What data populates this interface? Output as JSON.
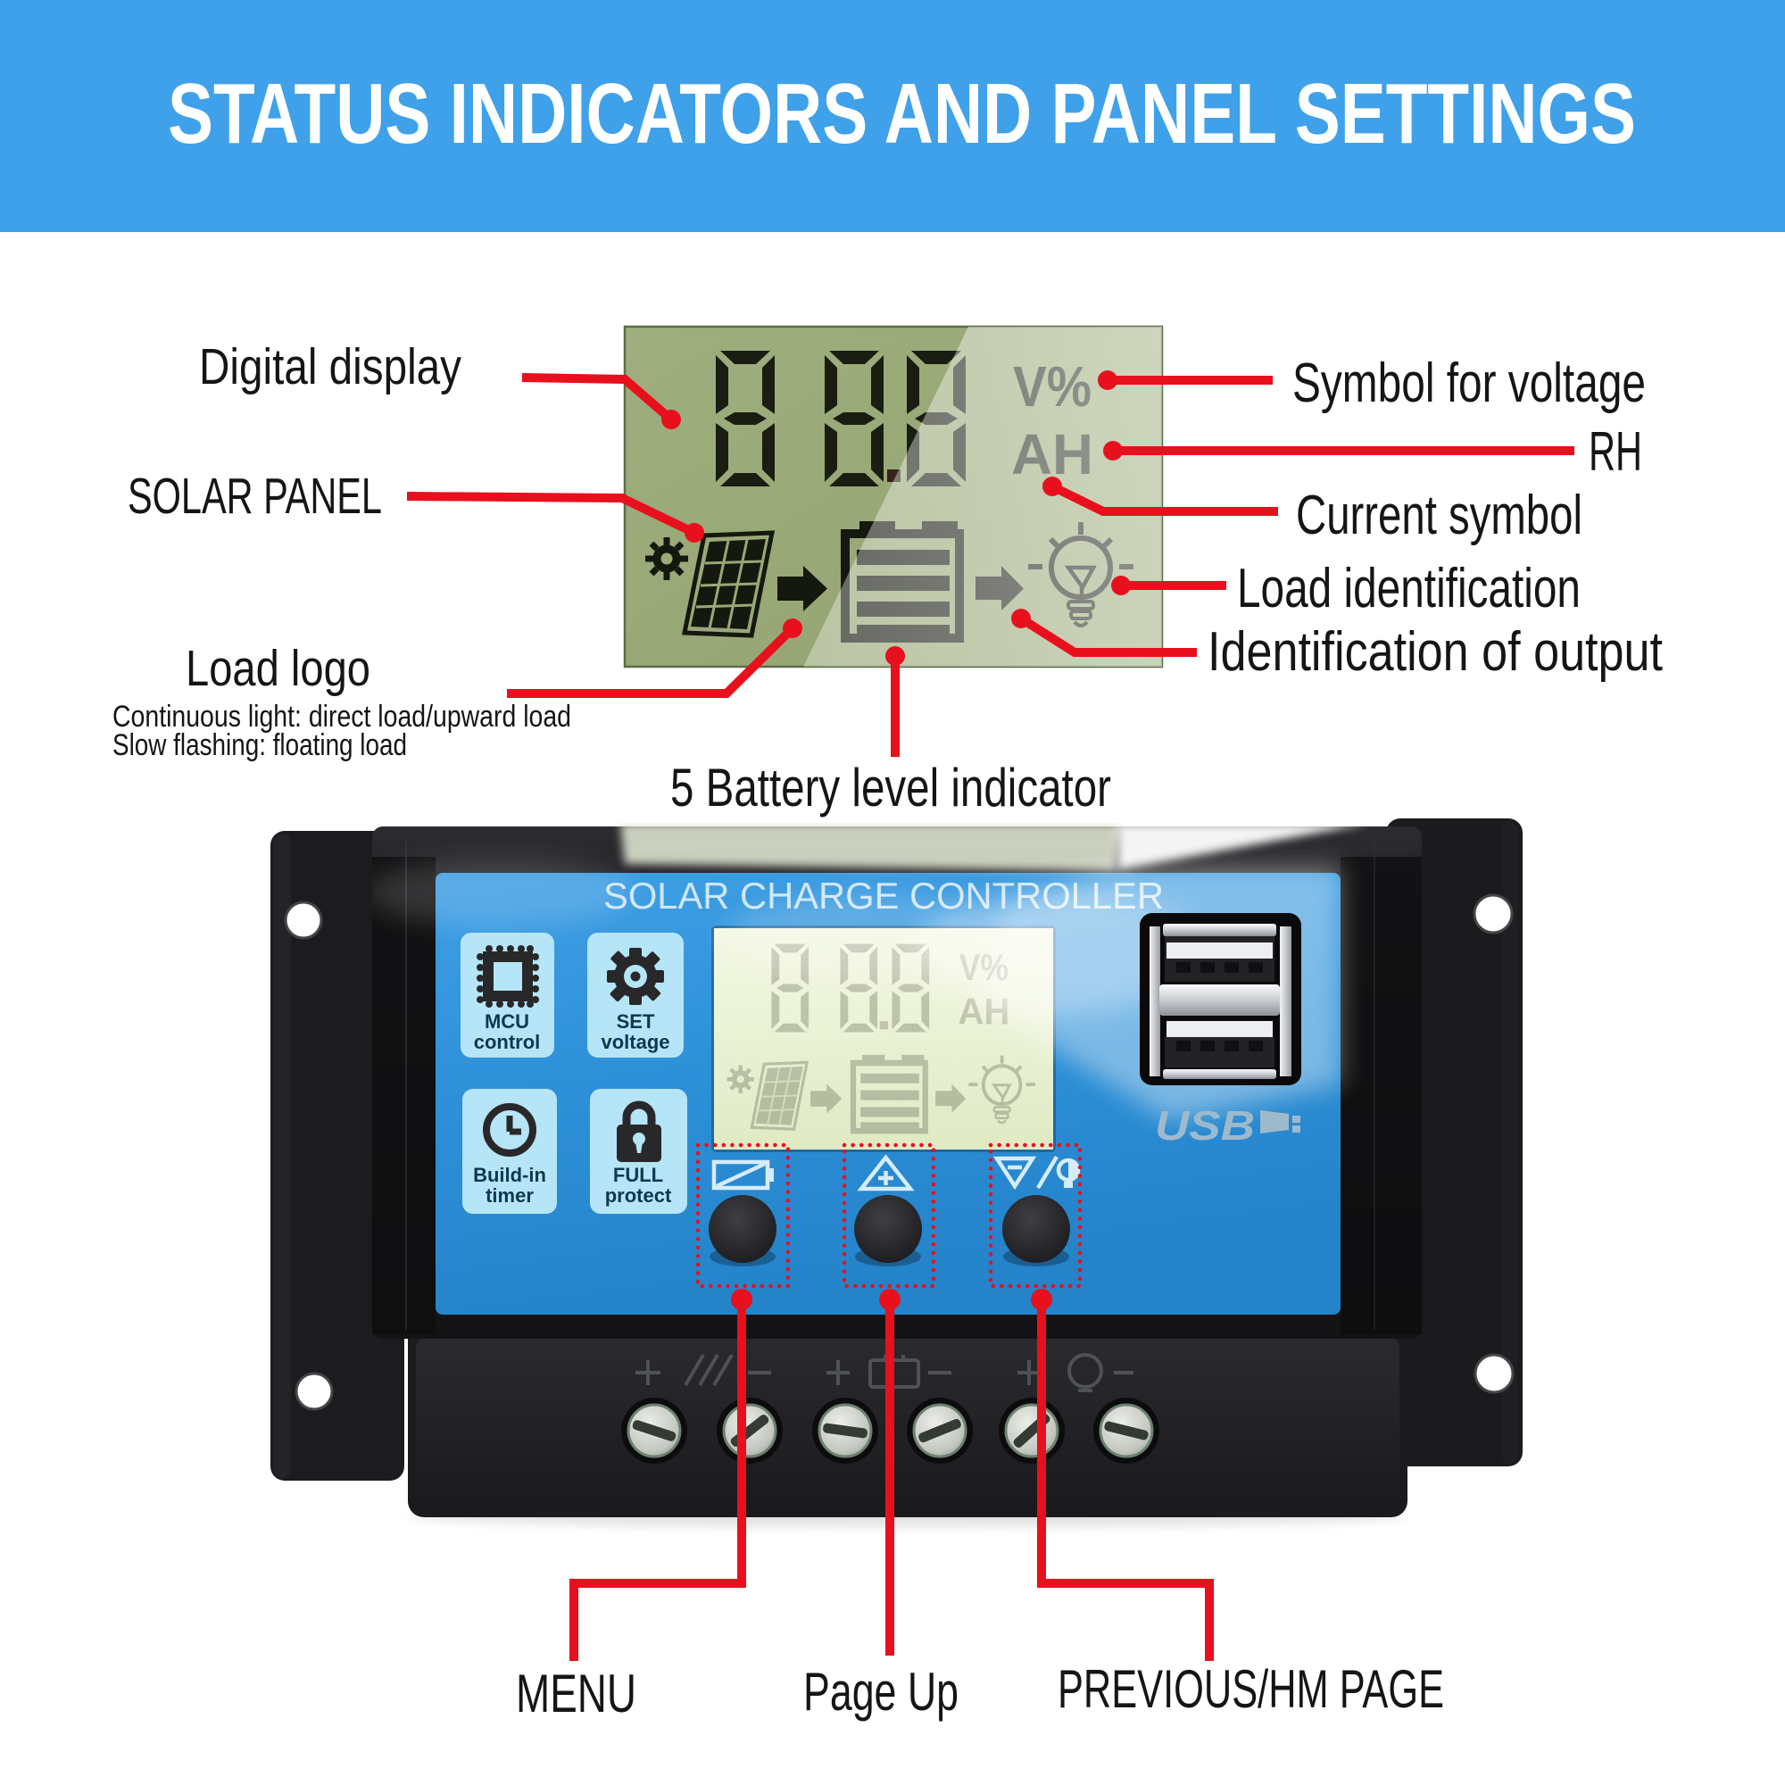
{
  "banner": {
    "title": "STATUS INDICATORS AND PANEL SETTINGS",
    "bg_color": "#3fa1ea",
    "text_color": "#ffffff"
  },
  "callouts": {
    "digital_display": "Digital display",
    "solar_panel": "SOLAR PANEL",
    "load_logo": "Load logo",
    "load_logo_note_line1": "Continuous light: direct load/upward load",
    "load_logo_note_line2": "Slow flashing: floating load",
    "battery_level": "5 Battery level indicator",
    "symbol_for_voltage": "Symbol for voltage",
    "rh": "RH",
    "current_symbol": "Current symbol",
    "load_identification": "Load identification",
    "identification_of_output": "Identification of output",
    "menu": "MENU",
    "page_up": "Page Up",
    "previous_hm_page": "PREVIOUS/HM PAGE",
    "line_color": "#e8101c"
  },
  "lcd": {
    "value": "88.8",
    "voltage_unit": "V%",
    "amp_hour_unit": "AH",
    "icons": [
      "sun-icon",
      "solar-panel-icon",
      "arrow-icon",
      "battery-icon",
      "arrow-icon",
      "light-bulb-icon"
    ],
    "dark_zone_color": "#99a877",
    "light_zone_color": "#c6d1a3"
  },
  "device": {
    "title": "SOLAR CHARGE CONTROLLER",
    "tiles": [
      {
        "label": "MCU\ncontrol",
        "icon": "mcu-chip-icon"
      },
      {
        "label": "SET\nvoltage",
        "icon": "gear-icon"
      },
      {
        "label": "Build-in\ntimer",
        "icon": "clock-icon"
      },
      {
        "label": "FULL\nprotect",
        "icon": "padlock-icon"
      }
    ],
    "usb_label": "USB",
    "button_icons": [
      "battery-slash-icon",
      "triangle-plus-icon",
      "triangle-minus-bulb-icon"
    ],
    "buttons": [
      "menu-button",
      "page-up-button",
      "previous-hm-page-button"
    ],
    "terminals": 6,
    "panel_blue": "#2f93dc",
    "body_black": "#1b1b1e"
  }
}
